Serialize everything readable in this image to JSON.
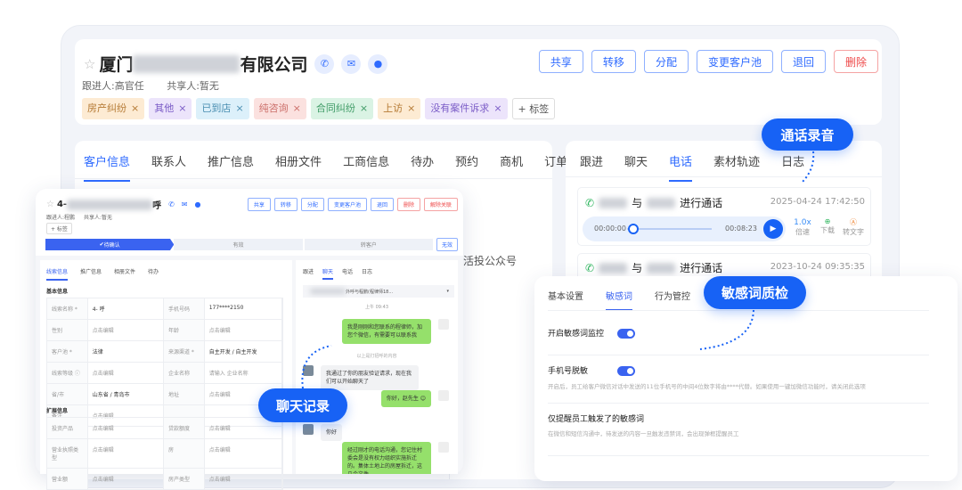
{
  "customer": {
    "title_prefix": "厦门",
    "title_suffix": "有限公司",
    "follower": "跟进人:高官任",
    "sharer": "共享人:暂无",
    "tags": [
      {
        "label": "房产纠纷",
        "bg": "#fdebd3",
        "fg": "#b57a34"
      },
      {
        "label": "其他",
        "bg": "#ece4fb",
        "fg": "#7b5cc7"
      },
      {
        "label": "已到店",
        "bg": "#dcf0fa",
        "fg": "#4b8fb2"
      },
      {
        "label": "纯咨询",
        "bg": "#fbe1df",
        "fg": "#cc6f6a"
      },
      {
        "label": "合同纠纷",
        "bg": "#daf3e4",
        "fg": "#3f9b66"
      },
      {
        "label": "上访",
        "bg": "#fdebd3",
        "fg": "#b57a34"
      },
      {
        "label": "没有案件诉求",
        "bg": "#ece4fb",
        "fg": "#7b5cc7"
      }
    ],
    "add_tag": "+ 标签",
    "actions": [
      "共享",
      "转移",
      "分配",
      "变更客户池",
      "退回"
    ],
    "delete": "删除",
    "tabs": [
      "客户信息",
      "联系人",
      "推广信息",
      "相册文件",
      "工商信息",
      "待办",
      "预约",
      "商机",
      "订单"
    ],
    "bg_text": "活投公众号"
  },
  "activity": {
    "tabs": [
      "跟进",
      "聊天",
      "电话",
      "素材轨迹",
      "日志"
    ],
    "active": "电话",
    "calls": [
      {
        "conn": "与",
        "action": "进行通话",
        "time": "2025-04-24 17:42:50",
        "start": "00:00:00",
        "end": "00:08:23",
        "speed": "1.0x",
        "speed_label": "倍速",
        "download": "下载",
        "transcribe": "转文字"
      },
      {
        "conn": "与",
        "action": "进行通话",
        "time": "2023-10-24 09:35:35"
      }
    ]
  },
  "lead": {
    "title_prefix": "4-",
    "title_suffix": "呼",
    "follower": "跟进人:程鹏",
    "sharer": "共享人:暂无",
    "add_tag": "+ 标签",
    "actions": [
      "共享",
      "转移",
      "分配",
      "变更客户池",
      "退回"
    ],
    "delete": "删除",
    "unlink": "解除关联",
    "steps": [
      "待确认",
      "有效",
      "转客户"
    ],
    "invalid": "无效",
    "tabs": [
      "线索信息",
      "推广信息",
      "相册文件",
      "待办"
    ],
    "basic_title": "基本信息",
    "basic": [
      [
        "线索名称 *",
        "4-  呼",
        "手机号码",
        "177****2150"
      ],
      [
        "性别",
        "点击编辑",
        "年龄",
        "点击编辑"
      ],
      [
        "客户池 *",
        "法律",
        "来源渠道 *",
        "自主开发 / 自主开发"
      ],
      [
        "线索等级 ⓘ",
        "点击编辑",
        "企业名称",
        "请输入 企业名称"
      ],
      [
        "省/市",
        "山东省 / 青岛市",
        "地址",
        "点击编辑"
      ],
      [
        "备注",
        "点击编辑",
        "",
        ""
      ]
    ],
    "ext_title": "扩展信息",
    "ext": [
      [
        "投资产品",
        "点击编辑",
        "贷款额度",
        "点击编辑"
      ],
      [
        "营业执照类型",
        "点击编辑",
        "房",
        "点击编辑"
      ],
      [
        "营业额",
        "点击编辑",
        "房产类型",
        "点击编辑"
      ]
    ],
    "chat_tabs": [
      "跟进",
      "聊天",
      "电话",
      "日志"
    ],
    "chat_header": "外呼与程鹏(程律师18...",
    "chat_time": "上午 09:43",
    "messages": [
      {
        "side": "right",
        "text": "我是刚刚和您联系的程律师，加您个微信，有需要可以联系我"
      },
      {
        "side": "center",
        "text": "以上是打招呼的内容"
      },
      {
        "side": "left",
        "text": "我通过了你的朋友验证请求，现在我们可以开始聊天了"
      },
      {
        "side": "right",
        "text": "你好，赵先生 😊"
      },
      {
        "side": "left",
        "text": "你好"
      },
      {
        "side": "right",
        "text": "经过刚才的电话沟通，您记住村委会是没有权力组织实施拆迁的。集体土地上的房屋拆迁，这几个文件"
      }
    ]
  },
  "settings": {
    "tabs": [
      "基本设置",
      "敏感词",
      "行为管控"
    ],
    "active": "敏感词",
    "items": [
      {
        "label": "开启敏感词监控",
        "toggle": true
      },
      {
        "label": "手机号脱敏",
        "toggle": true,
        "desc": "开启后，员工给客户微信对话中发送的11位手机号的中间4位数字将由****代替。如果使用一键加微信功能时，请关闭此选项"
      },
      {
        "label": "仅提醒员工触发了的敏感词",
        "desc": "在微信和短信沟通中，待发送的内容一旦触发违禁词，会出现弹框提醒员工"
      }
    ]
  },
  "callouts": {
    "call": "通话录音",
    "sensitive": "敏感词质检",
    "chat": "聊天记录"
  }
}
